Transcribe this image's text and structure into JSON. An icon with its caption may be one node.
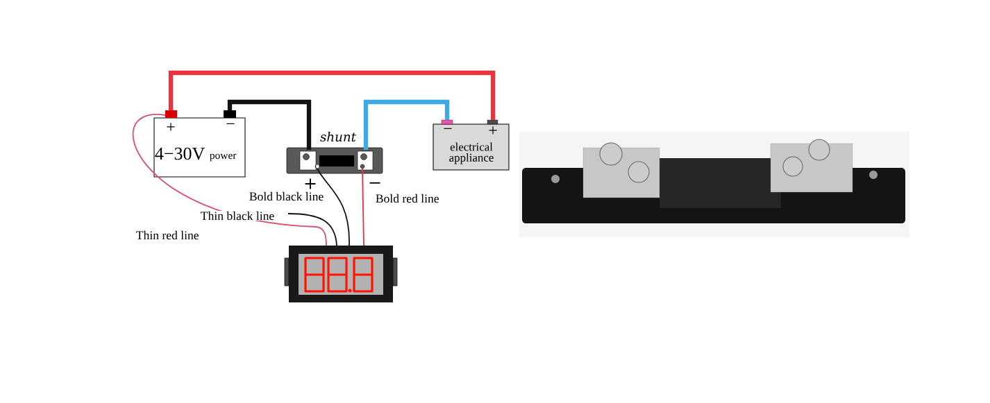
{
  "diagram": {
    "nodes": [
      {
        "text": [
          "+",
          "−",
          "4−30V",
          "power"
        ]
      },
      {
        "text": [
          "shunt",
          "+",
          "−"
        ]
      },
      {
        "text": [
          "−",
          "+",
          "electrical appliance"
        ]
      },
      {
        "text": [],
        "shape": "picture"
      }
    ],
    "edges": [
      {
        "from": 0,
        "to": 2,
        "arrow": "none",
        "style": "thick",
        "color": "#e8343f"
      },
      {
        "from": 0,
        "to": 1,
        "arrow": "none",
        "style": "thick",
        "color": "#111111"
      },
      {
        "from": 1,
        "to": 2,
        "arrow": "none",
        "style": "thick",
        "color": "#3fa9e6"
      },
      {
        "from": 0,
        "to": 3,
        "arrow": "none",
        "color": "#d9526b",
        "label": "Thin red line"
      },
      {
        "from": 1,
        "to": 3,
        "arrow": "none",
        "color": "#111111",
        "label": "Bold black line"
      },
      {
        "from": 1,
        "to": 3,
        "arrow": "none",
        "color": "#e8343f",
        "label": "Bold red line"
      },
      {
        "from": null,
        "to": 3,
        "arrow": "none",
        "color": "#111111",
        "label": "Thin black line"
      }
    ]
  }
}
